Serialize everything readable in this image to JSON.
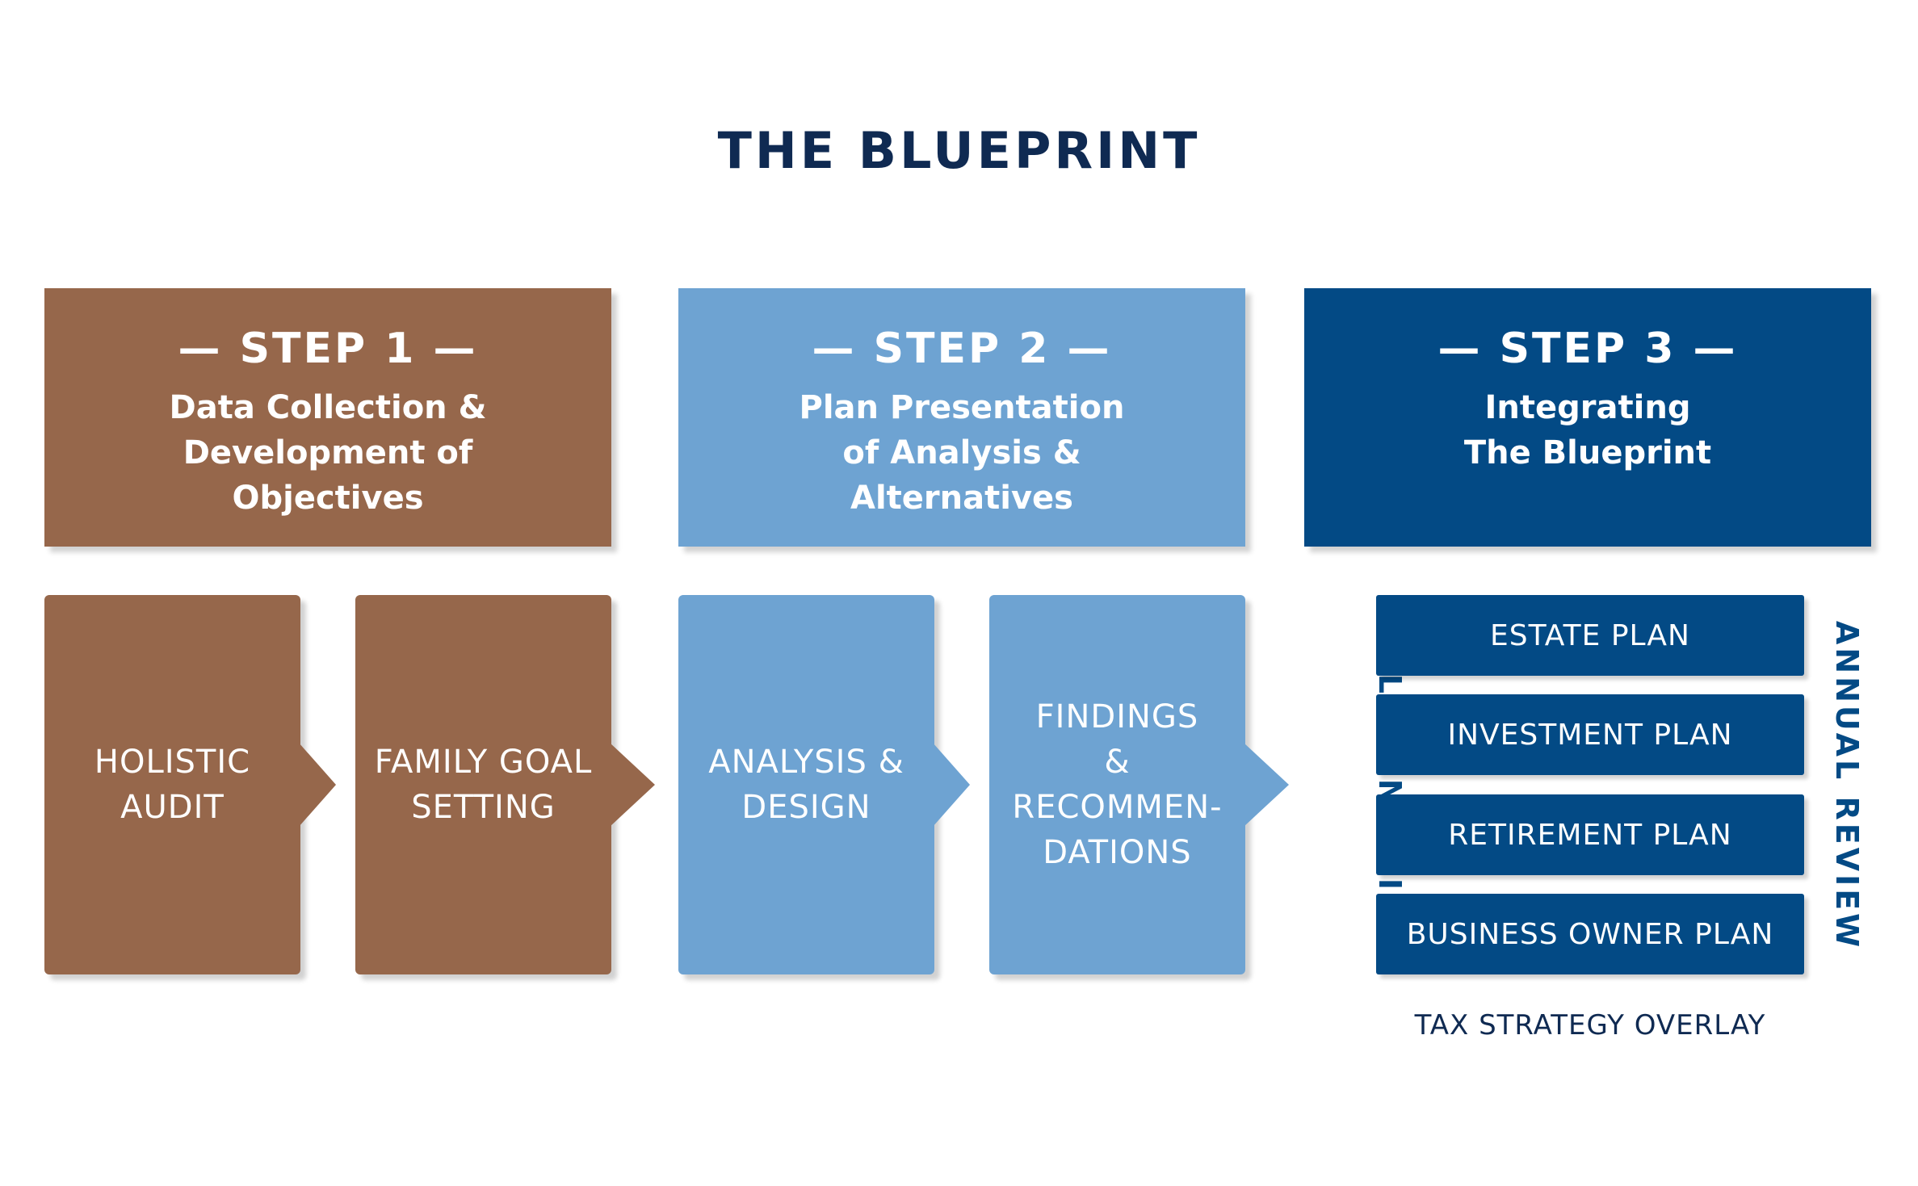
{
  "title": "THE BLUEPRINT",
  "colors": {
    "step1": "#96674b",
    "step2": "#6ea3d2",
    "step3": "#034a85",
    "title": "#0f2a52"
  },
  "steps": [
    {
      "heading": "— STEP 1 —",
      "desc_lines": [
        "Data Collection &",
        "Development of",
        "Objectives"
      ]
    },
    {
      "heading": "— STEP 2 —",
      "desc_lines": [
        "Plan Presentation",
        "of Analysis &",
        "Alternatives"
      ]
    },
    {
      "heading": "— STEP 3 —",
      "desc_lines": [
        "Integrating",
        "The Blueprint"
      ]
    }
  ],
  "cards": [
    {
      "lines": [
        "HOLISTIC",
        "AUDIT"
      ]
    },
    {
      "lines": [
        "FAMILY GOAL",
        "SETTING"
      ]
    },
    {
      "lines": [
        "ANALYSIS &",
        "DESIGN"
      ]
    },
    {
      "lines": [
        "FINDINGS",
        "&",
        "RECOMMEN-",
        "DATIONS"
      ]
    }
  ],
  "implementations_label": "IMPLEMENTATIONS",
  "annual_review_label": "ANNUAL REVIEW",
  "plans": [
    "ESTATE PLAN",
    "INVESTMENT PLAN",
    "RETIREMENT PLAN",
    "BUSINESS OWNER PLAN"
  ],
  "overlay_label": "TAX STRATEGY OVERLAY"
}
